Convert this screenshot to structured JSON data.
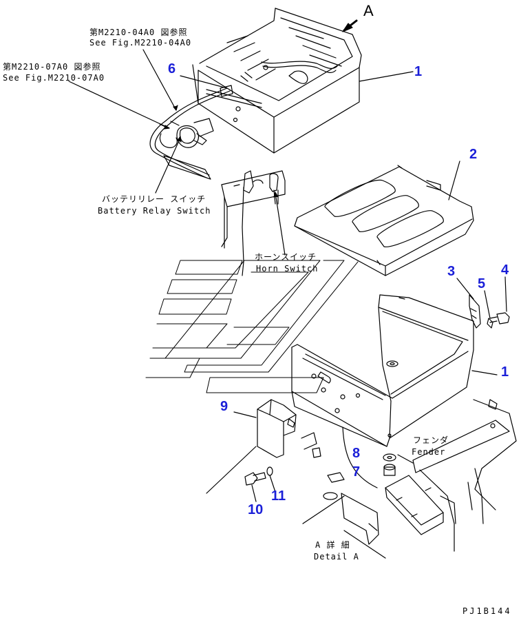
{
  "title_mark": "A",
  "callouts": {
    "c1_top": "1",
    "c2": "2",
    "c3": "3",
    "c4": "4",
    "c5": "5",
    "c6": "6",
    "c1_bottom": "1",
    "c7": "7",
    "c8": "8",
    "c9": "9",
    "c10": "10",
    "c11": "11"
  },
  "labels": {
    "ref_04_jp": "第M2210-04A0 図参照",
    "ref_04_en": "See Fig.M2210-04A0",
    "ref_07_jp": "第M2210-07A0 図参照",
    "ref_07_en": "See Fig.M2210-07A0",
    "relay_jp": "バッテリリレー スイッチ",
    "relay_en": "Battery Relay Switch",
    "horn_jp": "ホーンスイッチ",
    "horn_en": "Horn Switch",
    "fender_jp": "フェンダ",
    "fender_en": "Fender",
    "detail_jp": "A 詳 細",
    "detail_en": "Detail A",
    "drawing_code": "PJ1B144"
  },
  "colors": {
    "line": "#000000",
    "callout": "#1a1fd8",
    "watermark": "#000000"
  }
}
